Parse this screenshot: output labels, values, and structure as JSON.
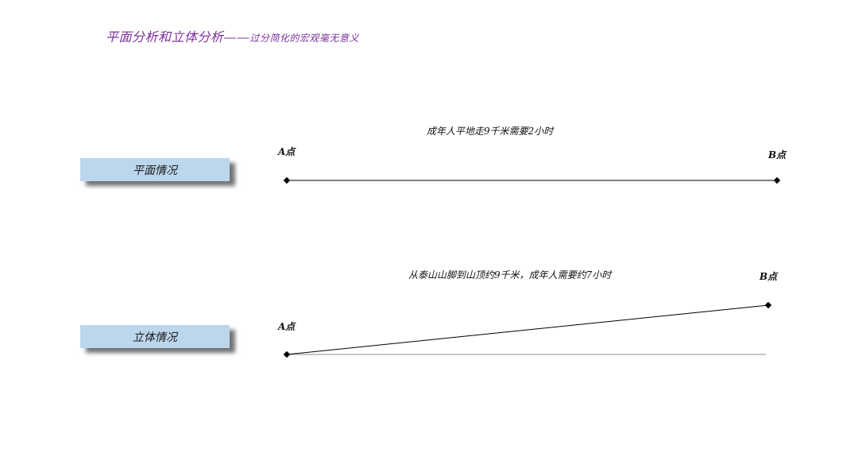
{
  "title": {
    "main": "平面分析和立体分析——",
    "sub": "过分简化的宏观毫无意义"
  },
  "flat": {
    "box_label": "平面情况",
    "caption": "成年人平地走9千米需要2小时",
    "point_a": "A点",
    "point_b": "B点"
  },
  "three_d": {
    "box_label": "立体情况",
    "caption": "从泰山山脚到山顶约9千米，成年人需要约7小时",
    "point_a": "A点",
    "point_b": "B点"
  },
  "colors": {
    "title": "#7a2f9c",
    "box_fill": "#bcd6ec",
    "line": "#000000",
    "baseline": "#8c8c8c"
  }
}
